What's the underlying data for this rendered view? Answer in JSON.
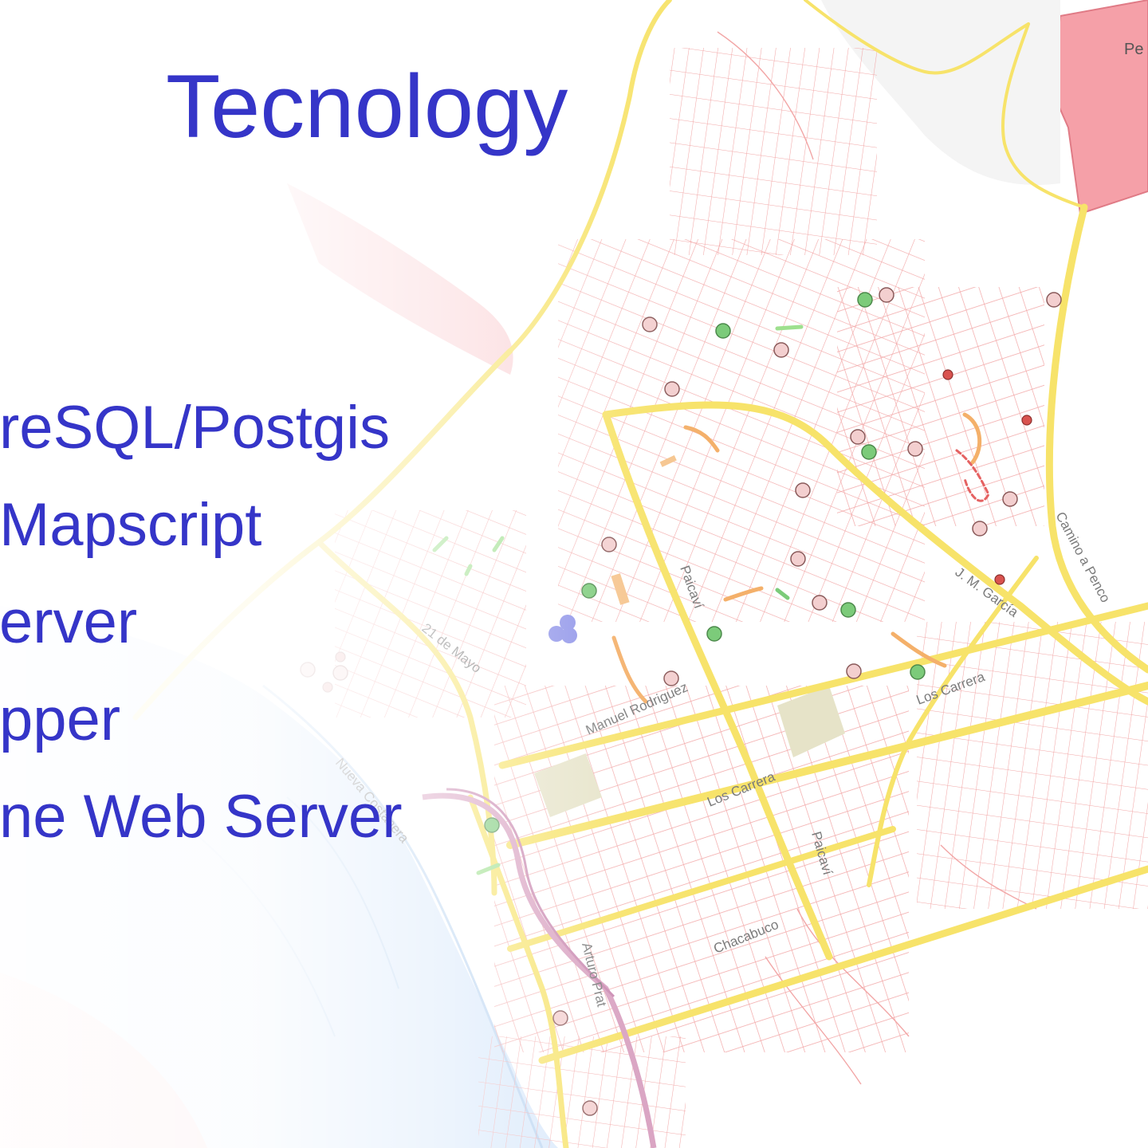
{
  "slide": {
    "title": "Tecnology",
    "bullets": [
      "reSQL/Postgis",
      "Mapscript",
      "erver",
      "pper",
      "ne Web Server"
    ]
  },
  "map": {
    "street_labels": [
      "21 de Mayo",
      "Manuel Rodriguez",
      "Paicaví",
      "Los Carrera",
      "J. M. García",
      "Camino a Penco",
      "Nueva Costanera",
      "Arturo Prat",
      "Chacabuco"
    ],
    "place_label": "Pe",
    "colors": {
      "street": "#f2a6a6",
      "major_road": "#f7e36a",
      "river": "#d8e8fb",
      "urban_zone": "#f5a0a8",
      "park": "#e6e3c8",
      "point_pink": "#f3cfcf",
      "point_green": "#7ccb7a",
      "point_red": "#d9534f",
      "text": "#3535c8"
    },
    "icons": [
      "poi-circle-icon",
      "green-marker-icon",
      "red-marker-icon",
      "blue-cluster-icon"
    ]
  }
}
